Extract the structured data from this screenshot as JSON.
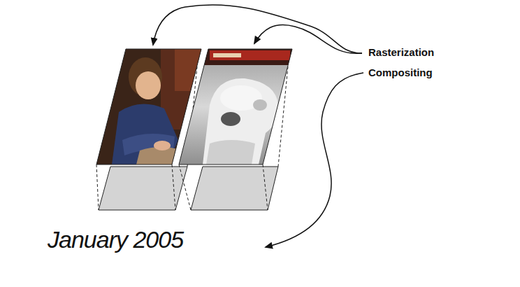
{
  "diagram": {
    "nodes": [
      {
        "text": [
          "January 2005"
        ]
      }
    ],
    "labels": [
      "Rasterization",
      "Compositing"
    ]
  }
}
